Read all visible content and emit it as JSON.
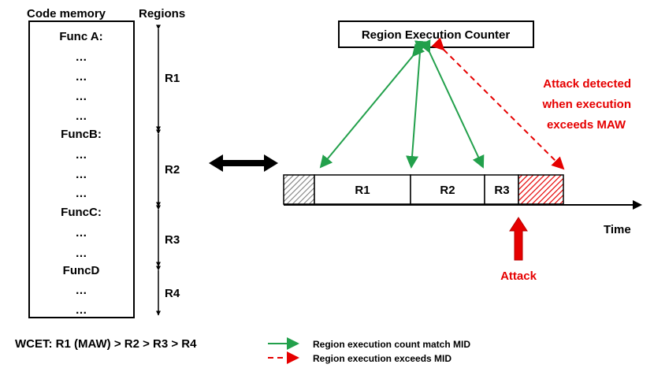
{
  "code_memory": {
    "title": "Code memory",
    "lines": [
      "Func A:",
      "…",
      "…",
      "…",
      "…",
      "FuncB:",
      "…",
      "…",
      "…",
      "FuncC:",
      "…",
      "…",
      "FuncD",
      "…",
      "…"
    ]
  },
  "regions": {
    "title": "Regions",
    "items": [
      "R1",
      "R2",
      "R3",
      "R4"
    ]
  },
  "counter": {
    "label": "Region Execution Counter"
  },
  "timeline": {
    "segments": [
      "R1",
      "R2",
      "R3"
    ],
    "time_label": "Time",
    "attack_label": "Attack",
    "detected_lines": [
      "Attack detected",
      "when execution",
      "exceeds MAW"
    ]
  },
  "footer": {
    "wcet": "WCET: R1 (MAW) > R2 > R3 > R4",
    "legend": [
      {
        "label": "Region execution count match MID",
        "color": "#22a04b",
        "style": "solid"
      },
      {
        "label": "Region execution exceeds MID",
        "color": "#e60000",
        "style": "dashed"
      }
    ]
  },
  "colors": {
    "green": "#22a04b",
    "red": "#e60000",
    "black": "#000000",
    "hatch_gray": "#7f7f7f"
  }
}
